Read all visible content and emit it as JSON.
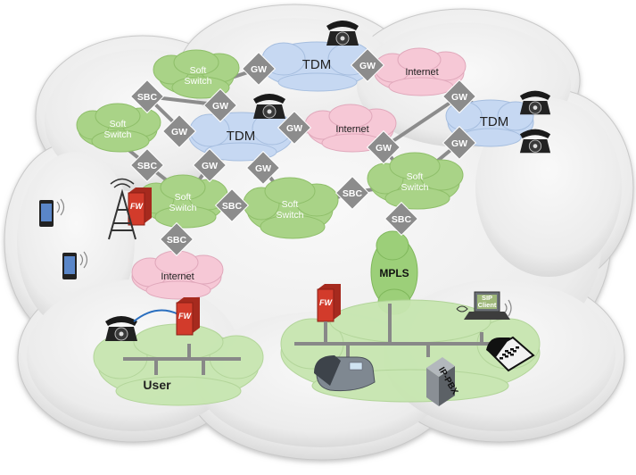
{
  "clouds": {
    "soft_switch": "Soft\nSwitch",
    "tdm": "TDM",
    "internet": "Internet",
    "mpls": "MPLS",
    "user": "User"
  },
  "nodes": {
    "gw": "GW",
    "sbc": "SBC",
    "fw": "FW",
    "ip_pbx": "IP-PBX",
    "sip_client": "SIP\nClient"
  },
  "colors": {
    "soft_switch": "#a9d387",
    "tdm": "#c6d8f2",
    "internet": "#f6c8d6",
    "mpls_cloud": "#9ccf79",
    "user_cloud": "#c7e6b0",
    "big_cloud": "#e9e9e9",
    "node": "#8c8c8c",
    "firewall": "#d23b2b"
  },
  "icons": [
    "phone-icon",
    "mobile-phone-icon",
    "radio-tower-icon",
    "firewall-icon",
    "ip-phone-icon",
    "laptop-icon",
    "server-icon"
  ]
}
